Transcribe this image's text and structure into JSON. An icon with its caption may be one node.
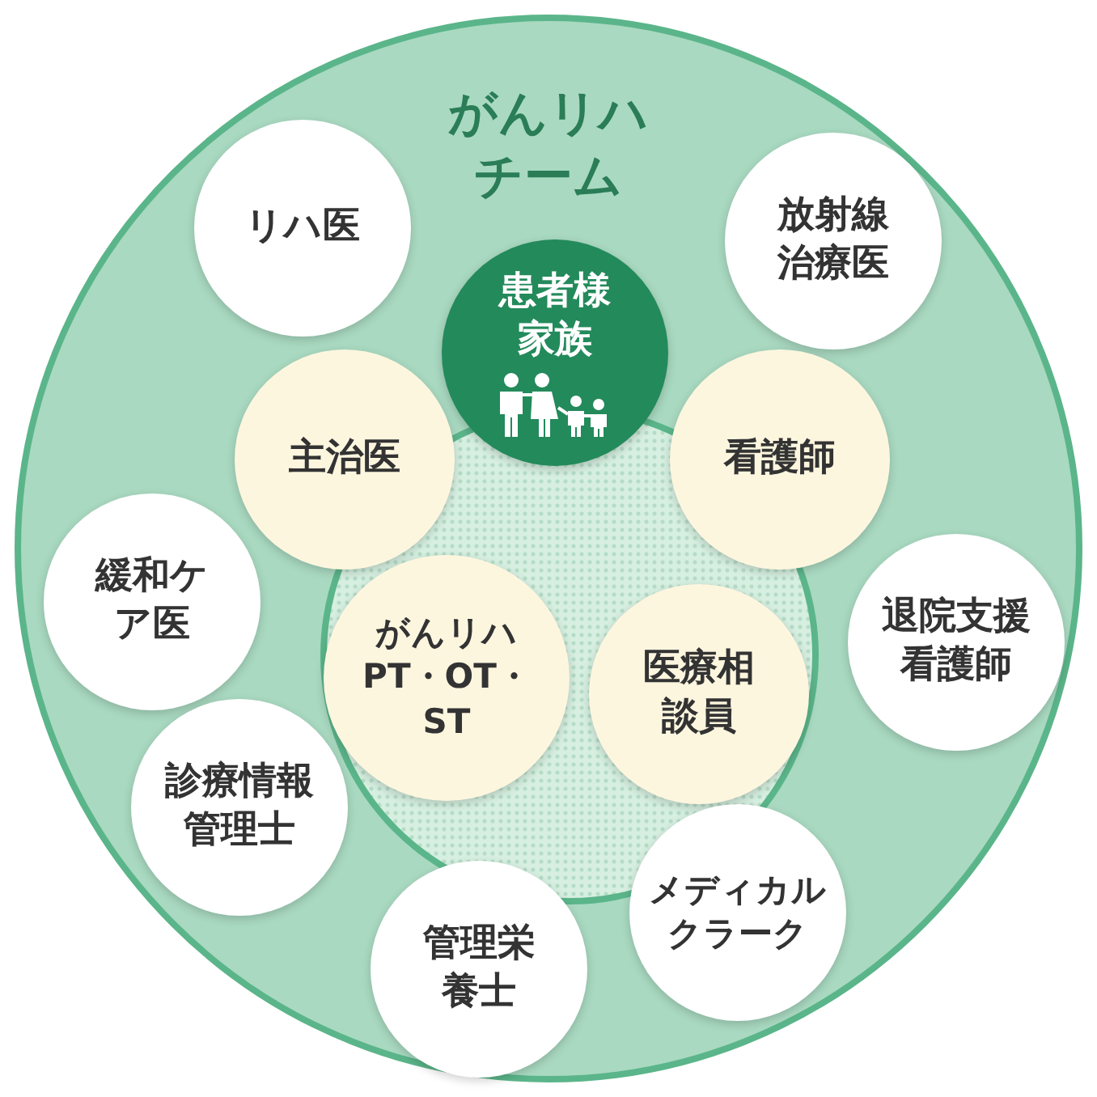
{
  "diagram": {
    "nodes": [
      {
        "text": [
          "がんリハチーム"
        ]
      },
      {
        "text": [
          "リハ医"
        ],
        "in": 0
      },
      {
        "text": [
          "放射線治療医"
        ],
        "in": 0
      },
      {
        "text": [
          "患者様家族"
        ],
        "in": 0
      },
      {
        "text": [
          "主治医"
        ],
        "in": 0
      },
      {
        "text": [
          "看護師"
        ],
        "in": 0
      },
      {
        "text": [
          "緩和ケア医"
        ],
        "in": 0
      },
      {
        "text": [
          "退院支援看護師"
        ],
        "in": 0
      },
      {
        "text": [
          "がんリハPT・OT・ST"
        ],
        "in": 0
      },
      {
        "text": [
          "医療相談員"
        ],
        "in": 0
      },
      {
        "text": [
          "診療情報管理士"
        ],
        "in": 0
      },
      {
        "text": [
          "メディカルクラーク"
        ],
        "in": 0
      },
      {
        "text": [
          "管理栄養士"
        ],
        "in": 0
      }
    ]
  }
}
